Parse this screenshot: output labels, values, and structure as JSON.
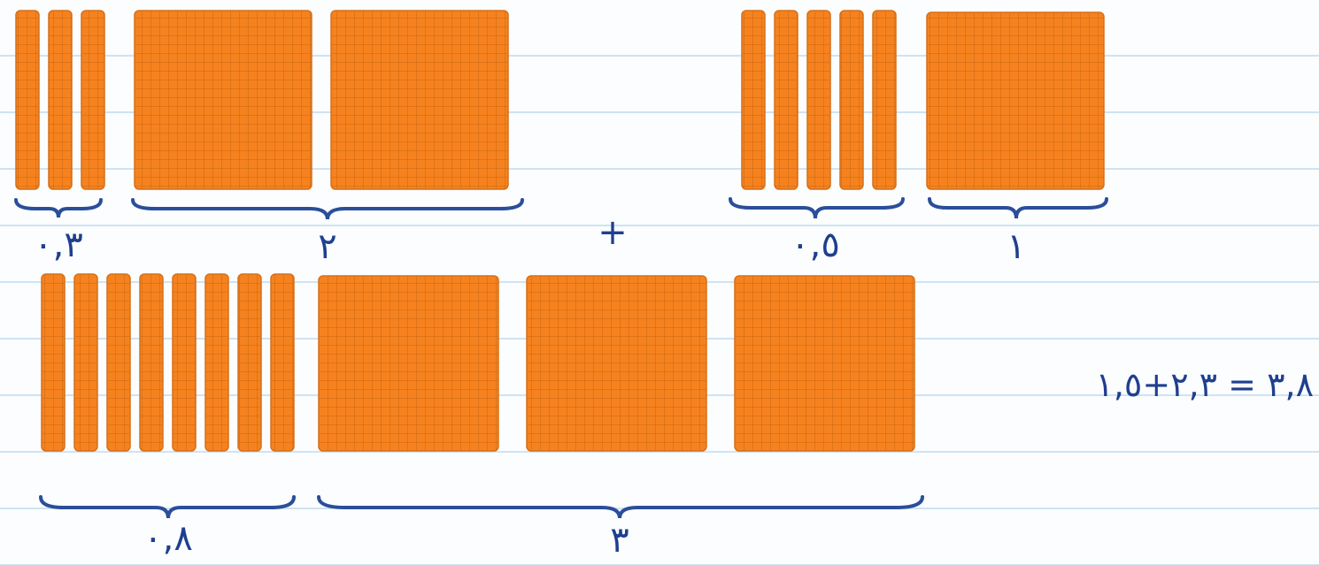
{
  "labels": {
    "top_left_tenths": "٠,٣",
    "top_left_ones": "٢",
    "plus": "+",
    "top_right_tenths": "٠,٥",
    "top_right_ones": "١",
    "bottom_tenths": "٠,٨",
    "bottom_ones": "٣"
  },
  "equation": "٣,٨ = ٢,٣+١,٥",
  "colors": {
    "block_fill": "#f6821f",
    "grid_line": "#c8650f",
    "ink": "#1f3f8f",
    "ruled_line": "#cfe3f3"
  },
  "groups": [
    {
      "name": "top-left-tenths",
      "kind": "rod",
      "count": 3
    },
    {
      "name": "top-left-ones",
      "kind": "flat",
      "count": 2
    },
    {
      "name": "top-right-tenths",
      "kind": "rod",
      "count": 5
    },
    {
      "name": "top-right-ones",
      "kind": "flat",
      "count": 1
    },
    {
      "name": "bottom-tenths",
      "kind": "rod",
      "count": 8
    },
    {
      "name": "bottom-ones",
      "kind": "flat",
      "count": 3
    }
  ]
}
